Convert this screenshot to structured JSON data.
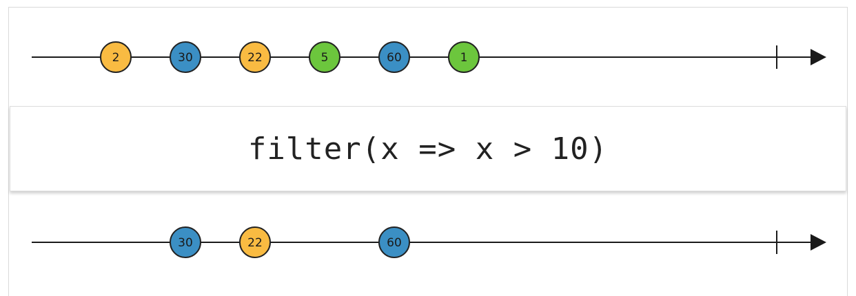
{
  "colors": {
    "line": "#1a1a1a",
    "yellow": "#f9bb42",
    "blue": "#3b8fc4",
    "green": "#6cc63d",
    "marble_stroke": "#222222"
  },
  "input_stream": {
    "marbles": [
      {
        "label": "2",
        "color": "yellow",
        "t": 0
      },
      {
        "label": "30",
        "color": "blue",
        "t": 1
      },
      {
        "label": "22",
        "color": "yellow",
        "t": 2
      },
      {
        "label": "5",
        "color": "green",
        "t": 3
      },
      {
        "label": "60",
        "color": "blue",
        "t": 4
      },
      {
        "label": "1",
        "color": "green",
        "t": 5
      }
    ],
    "completed": true
  },
  "operator": {
    "label": "filter(x => x > 10)"
  },
  "output_stream": {
    "marbles": [
      {
        "label": "30",
        "color": "blue",
        "t": 1
      },
      {
        "label": "22",
        "color": "yellow",
        "t": 2
      },
      {
        "label": "60",
        "color": "blue",
        "t": 4
      }
    ],
    "completed": true
  }
}
